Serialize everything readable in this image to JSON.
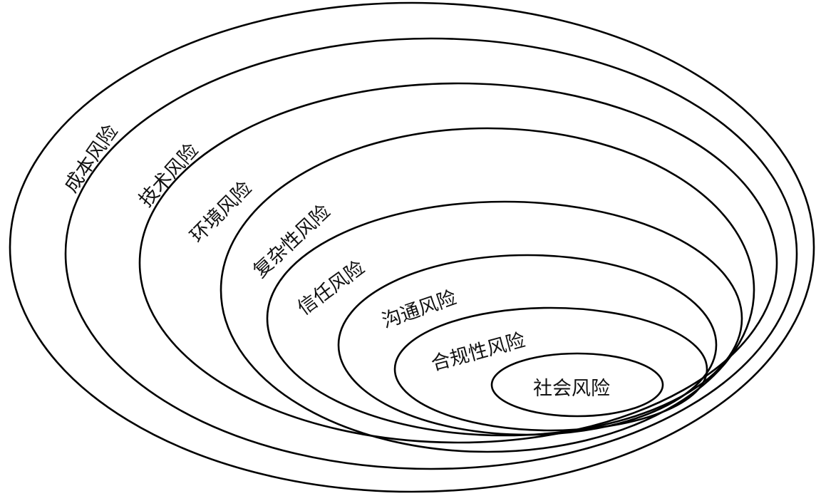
{
  "diagram": {
    "type": "nested-ellipses",
    "line_color": "#000000",
    "background": "#ffffff",
    "layers": [
      {
        "label": "成本风险"
      },
      {
        "label": "技术风险"
      },
      {
        "label": "环境风险"
      },
      {
        "label": "复杂性风险"
      },
      {
        "label": "信任风险"
      },
      {
        "label": "沟通风险"
      },
      {
        "label": "合规性风险"
      },
      {
        "label": "社会风险"
      }
    ]
  }
}
